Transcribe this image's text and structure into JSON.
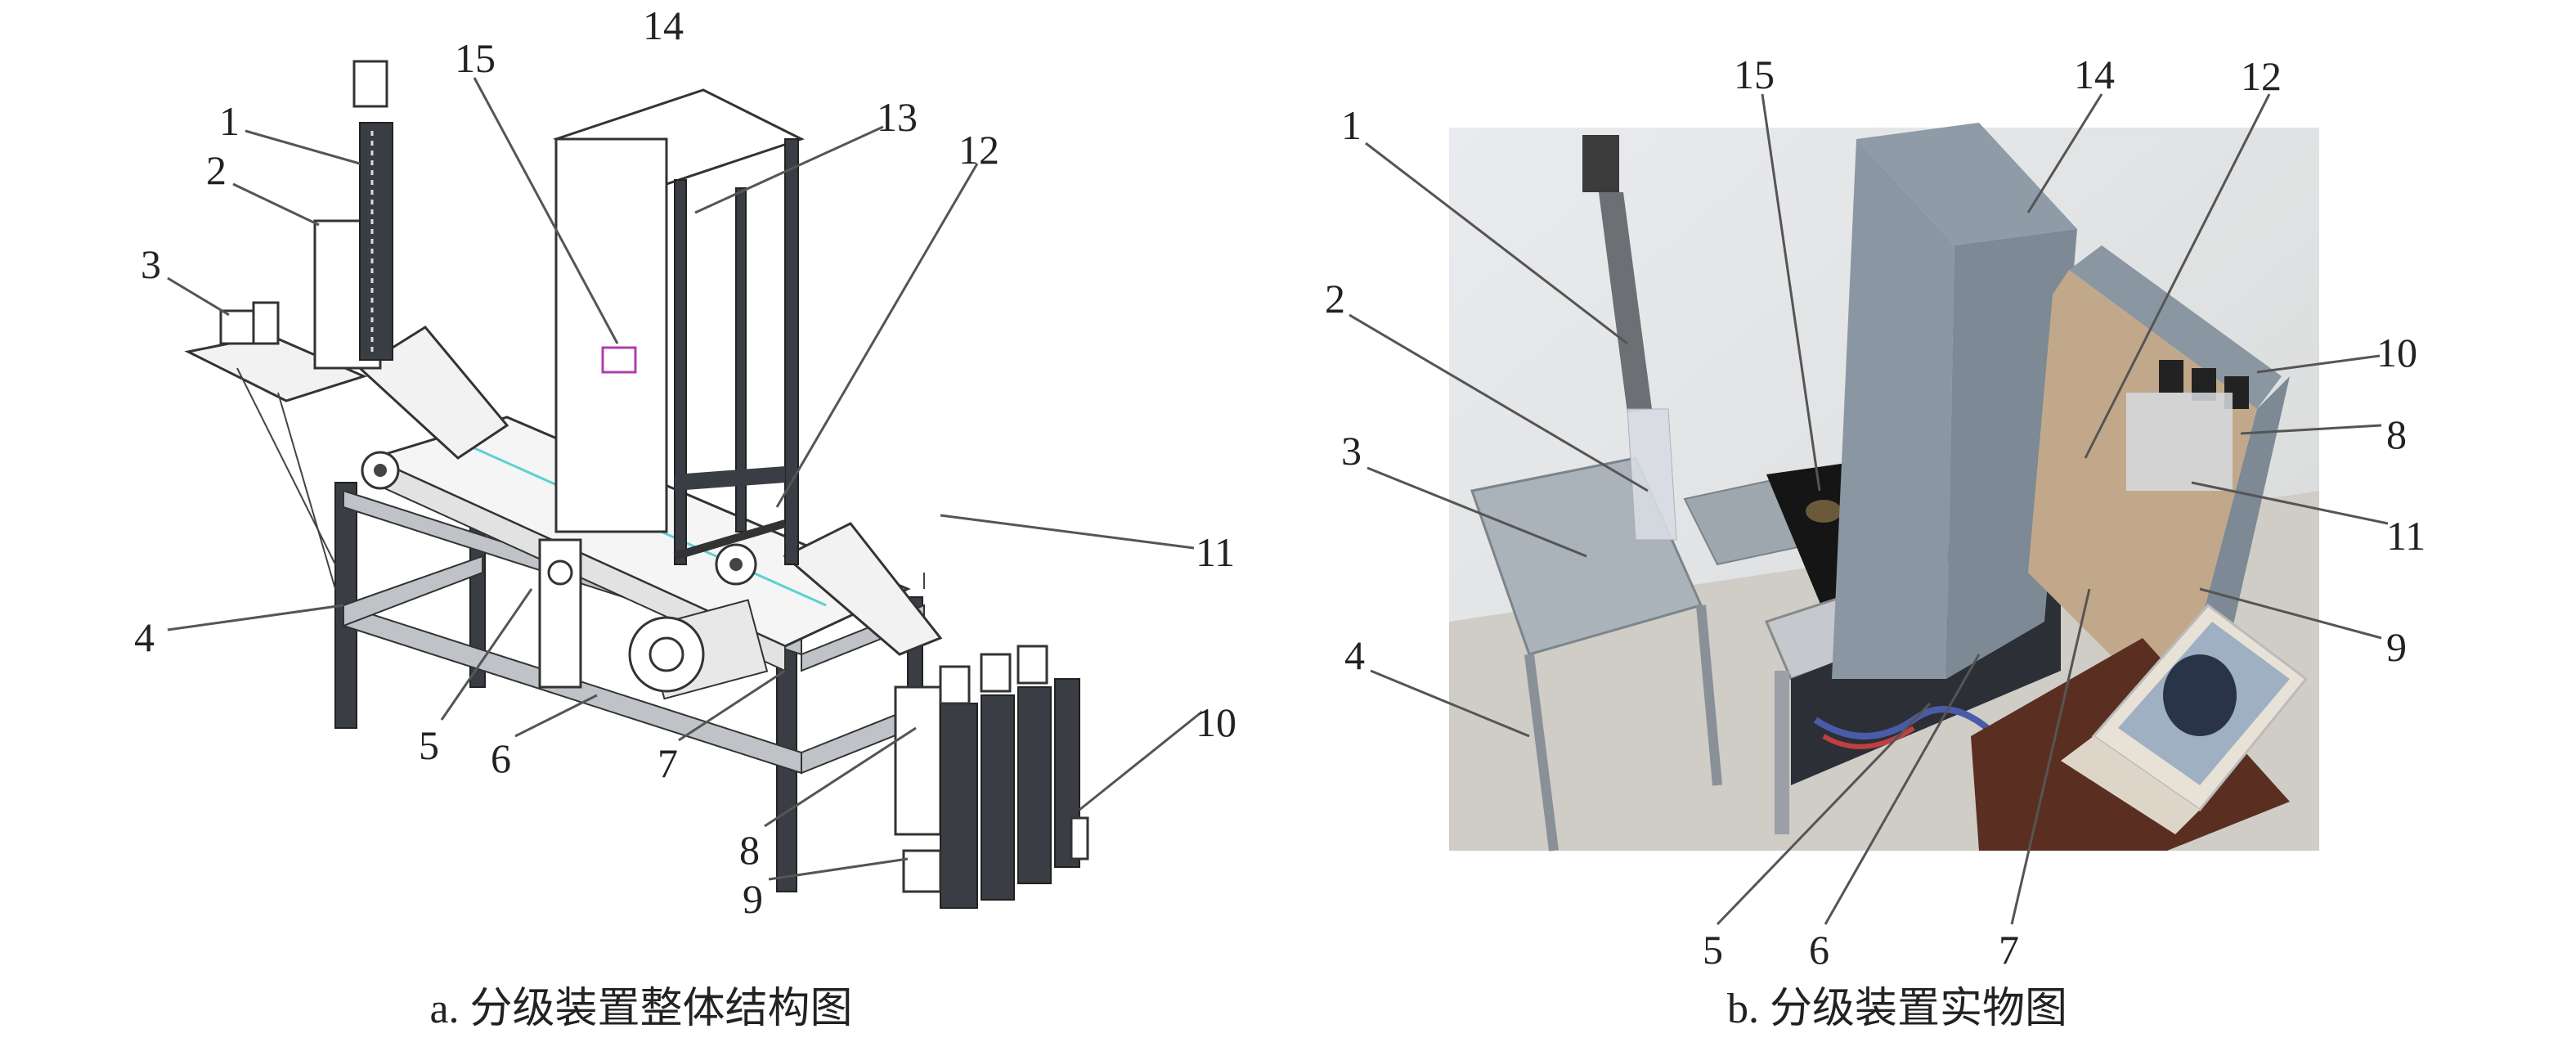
{
  "panel_a": {
    "caption": "a. 分级装置整体结构图",
    "labels": [
      "1",
      "2",
      "3",
      "4",
      "5",
      "6",
      "7",
      "8",
      "9",
      "10",
      "11",
      "12",
      "13",
      "14",
      "15"
    ]
  },
  "panel_b": {
    "caption": "b. 分级装置实物图",
    "labels": [
      "1",
      "2",
      "3",
      "4",
      "5",
      "6",
      "7",
      "8",
      "9",
      "10",
      "11",
      "12",
      "14",
      "15"
    ]
  },
  "colors": {
    "belt_line": "#5fd0d0",
    "cover": "#8f9ba6",
    "photo_bg": "#e4e6e8"
  }
}
